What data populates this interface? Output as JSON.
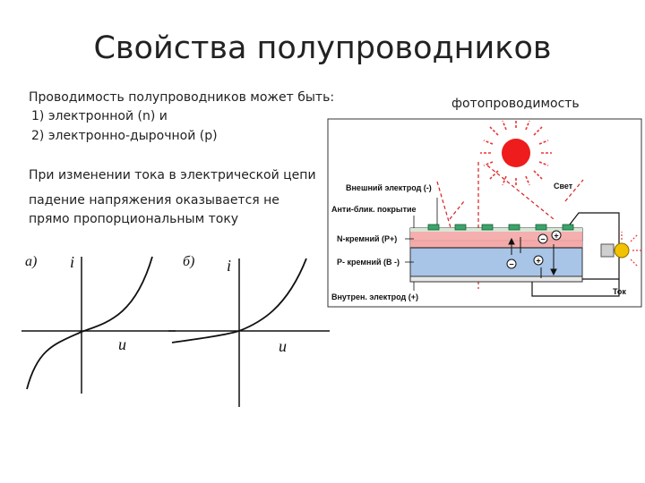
{
  "title": "Свойства полупроводников",
  "left": {
    "line1": "Проводимость полупроводников может быть:",
    "line2": "1) электронной (n) и",
    "line3": "2) электронно-дырочной (р)",
    "line4": "При изменении тока в электрической цепи",
    "line5": "падение напряжения оказывается не",
    "line6": "прямо пропорциональным току"
  },
  "graphs": {
    "a_label": "а)",
    "b_label": "б)",
    "y_label": "i",
    "x_label": "u"
  },
  "photo": {
    "heading": "фотопроводимость",
    "light": "Свет",
    "outer_electrode": "Внешний электрод (-)",
    "anti_glare": "Анти-блик. покрытие",
    "n_layer": "N-кремний (P+)",
    "p_layer": "P- кремний (B -)",
    "inner_electrode": "Внутрен. электрод (+)",
    "current": "Ток",
    "minus": "−",
    "plus": "+"
  },
  "colors": {
    "sun": "#ee1c1c",
    "n_layer": "#f4a6a6",
    "p_layer": "#a8c4e6",
    "laser": "#d81e1e",
    "contact": "#3aa46a",
    "lamp": "#f2c200"
  }
}
